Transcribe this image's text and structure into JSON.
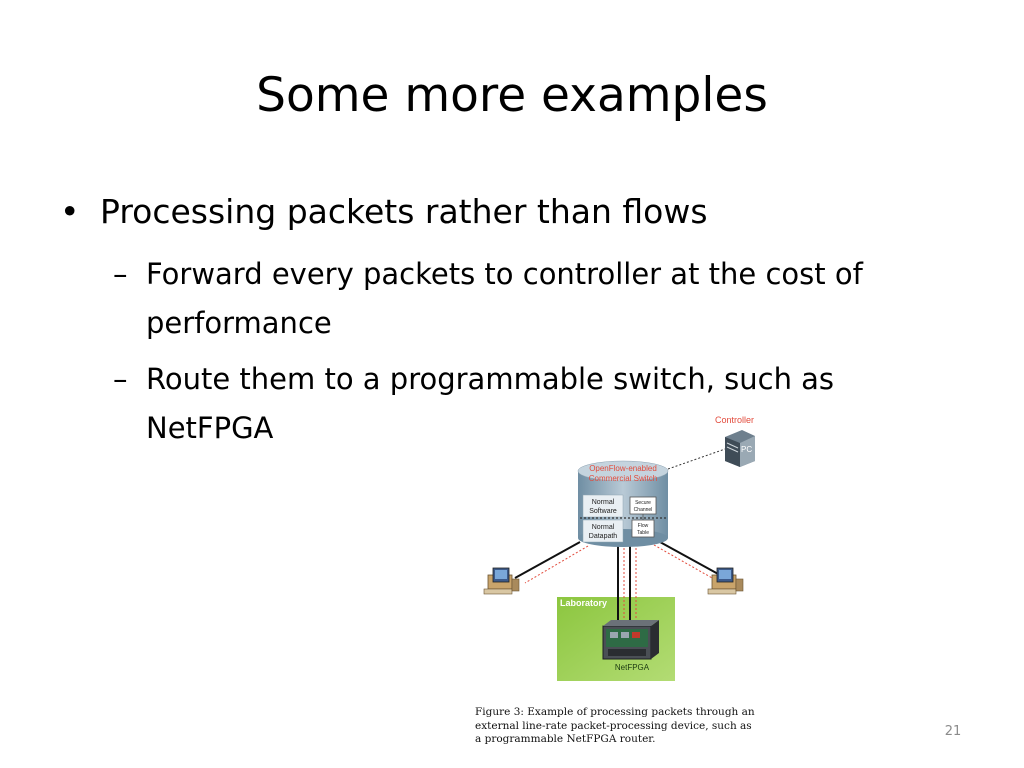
{
  "slide": {
    "title": "Some more examples",
    "bullets": [
      {
        "text": "Processing packets rather than flows",
        "subitems": [
          {
            "lines": [
              "Forward every packets to controller at the cost of",
              "performance"
            ]
          },
          {
            "lines": [
              "Route them to a programmable switch, such as",
              "NetFPGA"
            ]
          }
        ]
      }
    ],
    "bullet_marker": "•",
    "sub_marker": "–",
    "page_number": "21"
  },
  "figure": {
    "controller_label": "Controller",
    "pc_label": "PC",
    "switch_label_line1": "OpenFlow-enabled",
    "switch_label_line2": "Commercial Switch",
    "normal_software_line1": "Normal",
    "normal_software_line2": "Software",
    "normal_datapath_line1": "Normal",
    "normal_datapath_line2": "Datapath",
    "secure_channel_line1": "Secure",
    "secure_channel_line2": "Channel",
    "flow_table_line1": "Flow",
    "flow_table_line2": "Table",
    "laboratory_label": "Laboratory",
    "netfpga_label": "NetFPGA",
    "accent_red": "#e24b3c",
    "lab_green": "#8cc63f",
    "caption_lines": [
      "Figure 3:  Example of processing packets through an",
      "external line-rate packet-processing device, such as",
      "a programmable NetFPGA router."
    ]
  }
}
